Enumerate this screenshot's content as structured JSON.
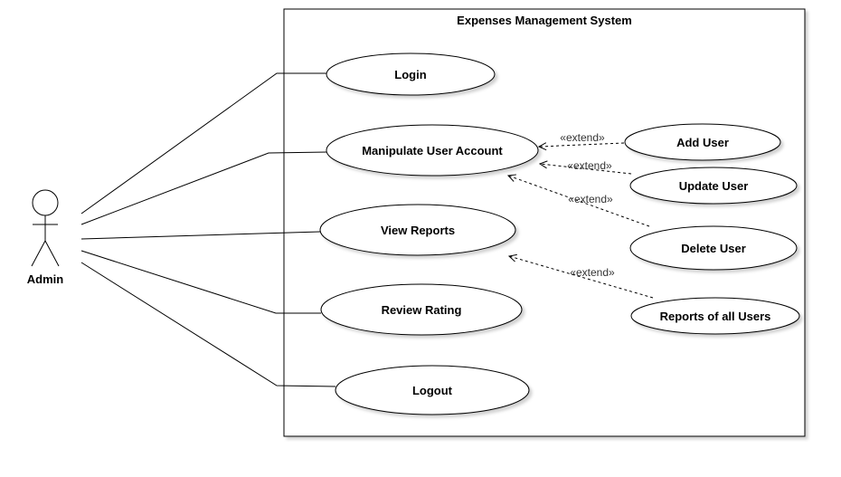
{
  "system": {
    "title": "Expenses Management System"
  },
  "actor": {
    "name": "Admin",
    "icon": "stick-figure-actor-icon"
  },
  "use_cases": {
    "login": "Login",
    "manipulate_user_account": "Manipulate User Account",
    "view_reports": "View Reports",
    "review_rating": "Review Rating",
    "logout": "Logout",
    "add_user": "Add User",
    "update_user": "Update User",
    "delete_user": "Delete User",
    "reports_of_all_users": "Reports of all Users"
  },
  "relationships": {
    "associations": [
      {
        "from": "Admin",
        "to": "Login"
      },
      {
        "from": "Admin",
        "to": "Manipulate User Account"
      },
      {
        "from": "Admin",
        "to": "View Reports"
      },
      {
        "from": "Admin",
        "to": "Review Rating"
      },
      {
        "from": "Admin",
        "to": "Logout"
      }
    ],
    "extend_label": "«extend»",
    "extends": [
      {
        "from": "Add User",
        "to": "Manipulate User Account"
      },
      {
        "from": "Update User",
        "to": "Manipulate User Account"
      },
      {
        "from": "Delete User",
        "to": "Manipulate User Account"
      },
      {
        "from": "Reports of all Users",
        "to": "View Reports"
      }
    ]
  }
}
